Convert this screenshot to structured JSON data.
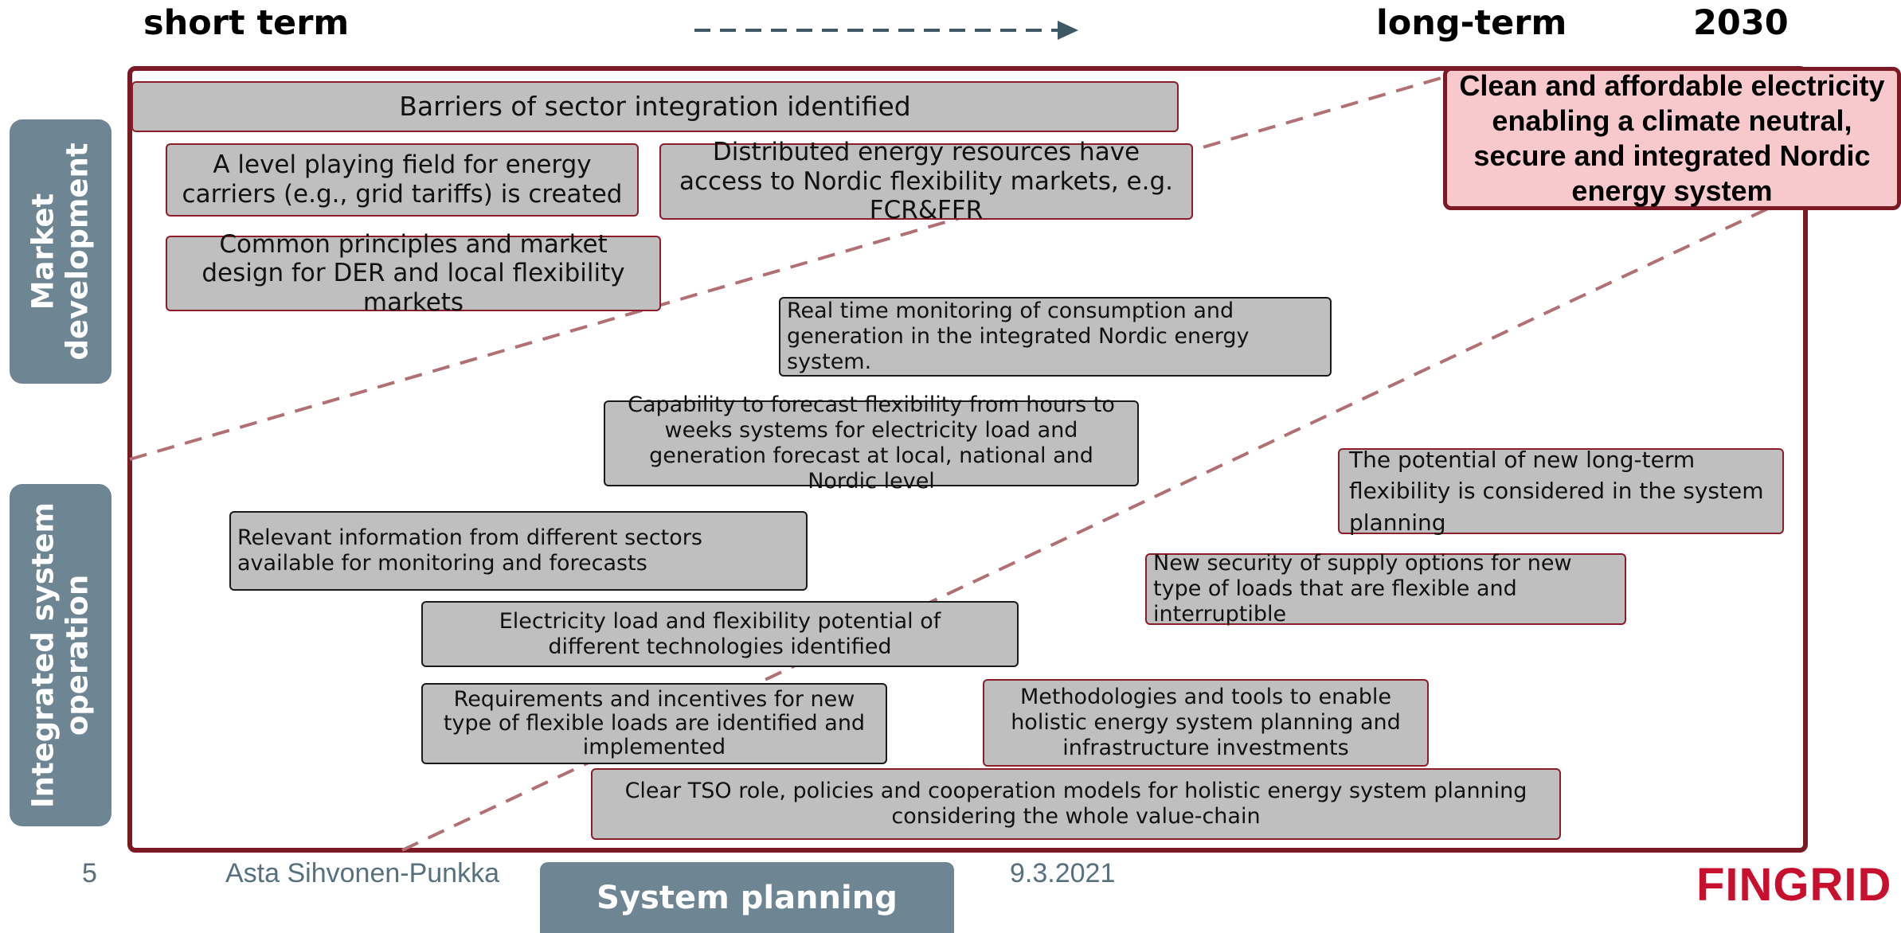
{
  "header": {
    "short_term": "short term",
    "long_term": "long-term",
    "year": "2030"
  },
  "goal": "Clean and affordable electricity enabling a climate neutral, secure and integrated Nordic energy system",
  "sidebar": {
    "market": [
      "Market",
      "development"
    ],
    "operation": [
      "Integrated system",
      "operation"
    ]
  },
  "bottom_tab": "System planning",
  "footer": {
    "page_number": "5",
    "author": "Asta Sihvonen-Punkka",
    "date": "9.3.2021",
    "logo": "FINGRID"
  },
  "cards": {
    "barriers": "Barriers of sector integration identified",
    "level_field": "A level playing field for energy carriers (e.g., grid tariffs) is created",
    "der_access": "Distributed energy resources have access to Nordic flexibility markets, e.g. FCR&FFR",
    "common_principles": "Common principles and market design for DER and local flexibility markets",
    "real_time": "Real time monitoring of consumption and generation in the integrated Nordic energy system.",
    "capability": "Capability to forecast flexibility from hours to weeks systems for electricity load and generation forecast at local, national and Nordic level",
    "potential": "The potential of new long-term flexibility is considered in the system planning",
    "relevant_info": "Relevant information from different sectors available for monitoring and forecasts",
    "security": "New security of supply options for new type of loads that are flexible and interruptible",
    "load_flex": "Electricity load and flexibility potential of different technologies identified",
    "requirements": "Requirements and incentives  for new type of flexible loads are identified and implemented",
    "methodologies": "Methodologies and tools to enable holistic energy system planning and infrastructure investments",
    "tso_role": "Clear TSO role, policies and cooperation models for holistic energy system planning considering the whole value-chain"
  },
  "colors": {
    "frame": "#7b1a24",
    "card_fill": "#bfbfbf",
    "goal_fill": "#f8c9cc",
    "tab_fill": "#6e8593",
    "arrow": "#3f5865",
    "logo": "#c8102e",
    "diagonal": "#b07074"
  }
}
